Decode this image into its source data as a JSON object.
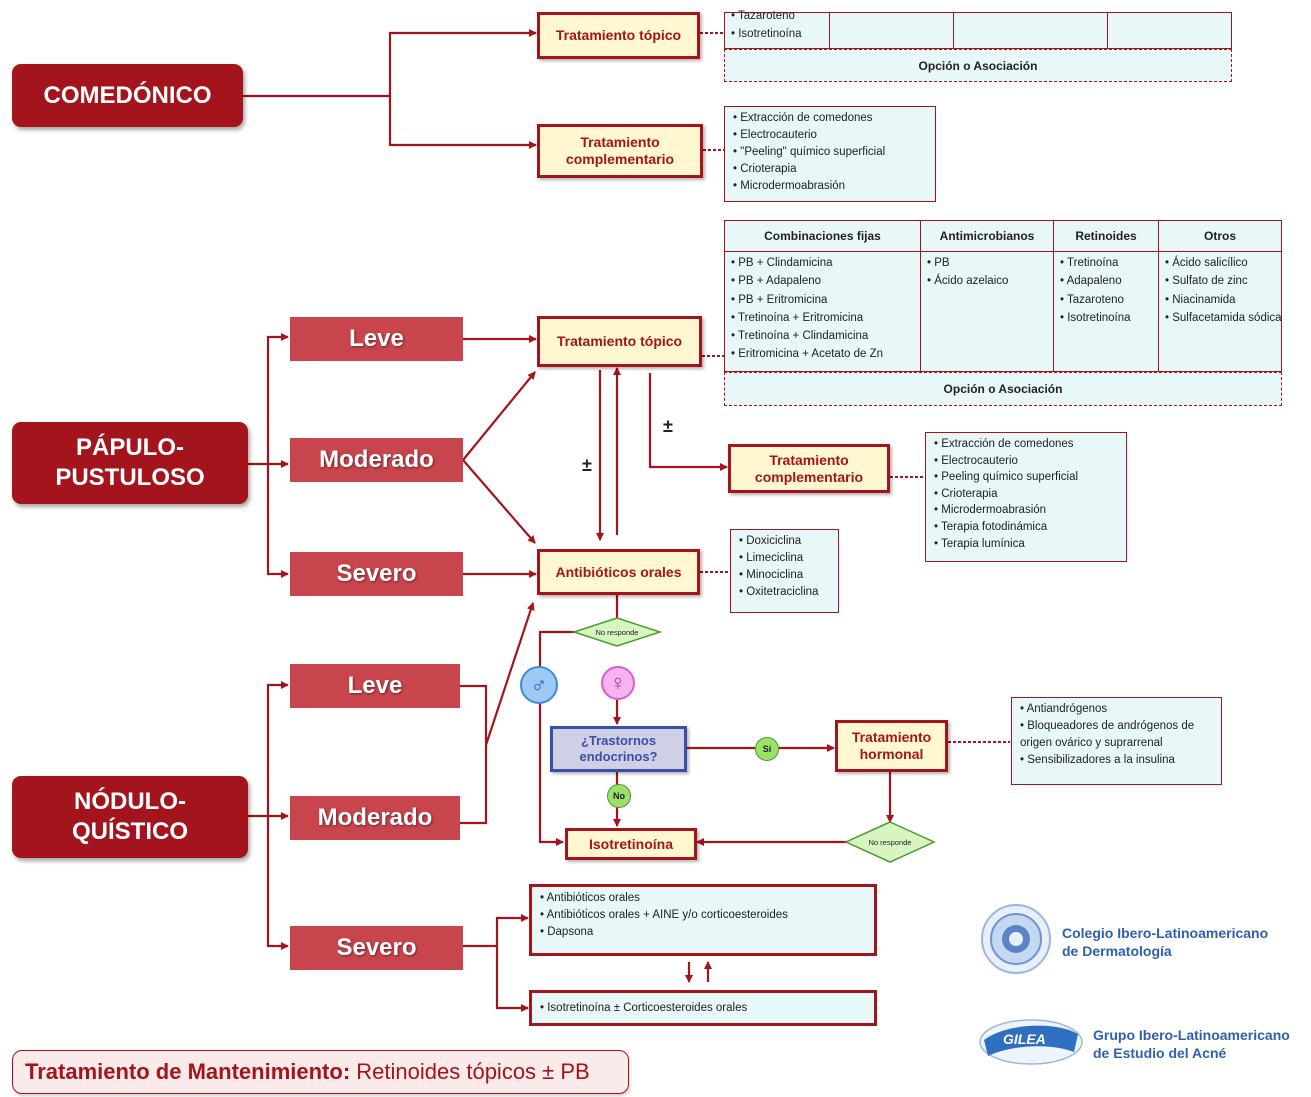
{
  "categories": {
    "comedonico": "COMEDÓNICO",
    "papulo": [
      "PÁPULO-",
      "PUSTULOSO"
    ],
    "nodulo": [
      "NÓDULO-",
      "QUÍSTICO"
    ]
  },
  "severity": {
    "leve": "Leve",
    "moderado": "Moderado",
    "severo": "Severo"
  },
  "treatments": {
    "topico": "Tratamiento tópico",
    "complementario": [
      "Tratamiento",
      "complementario"
    ],
    "antibioticos": "Antibióticos orales",
    "hormonal": [
      "Tratamiento",
      "hormonal"
    ],
    "isotretinoina": "Isotretinoína"
  },
  "question": [
    "¿Trastornos",
    "endocrinos?"
  ],
  "decisions": {
    "no_responde": "No responde",
    "si": "Sí",
    "no": "No"
  },
  "plus_minus": "±",
  "top_table_partial": {
    "items": [
      "Tazaroteno",
      "Isotretinoína"
    ],
    "option": "Opción o Asociación"
  },
  "comp_list_1": [
    "Extracción de comedones",
    "Electrocauterio",
    "\"Peeling\" químico superficial",
    "Crioterapia",
    "Microdermoabrasión"
  ],
  "drug_table": {
    "headers": [
      "Combinaciones fijas",
      "Antimicrobianos",
      "Retinoides",
      "Otros"
    ],
    "combinaciones": [
      "PB + Clindamicina",
      "PB + Adapaleno",
      "PB + Eritromicina",
      "Tretinoína + Eritromicina",
      "Tretinoína + Clindamicina",
      "Eritromicina + Acetato de Zn"
    ],
    "antimicrobianos": [
      "PB",
      "Ácido azelaico"
    ],
    "retinoides": [
      "Tretinoína",
      "Adapaleno",
      "Tazaroteno",
      "Isotretinoína"
    ],
    "otros": [
      "Ácido salicílico",
      "Sulfato de zinc",
      "Niacinamida",
      "Sulfacetamida sódica"
    ],
    "option": "Opción o Asociación"
  },
  "comp_list_2": [
    "Extracción de comedones",
    "Electrocauterio",
    "Peeling químico superficial",
    "Crioterapia",
    "Microdermoabrasión",
    "Terapia fotodinámica",
    "Terapia lumínica"
  ],
  "antibiotics_list": [
    "Doxiciclina",
    "Limeciclina",
    "Minociclina",
    "Oxitetraciclina"
  ],
  "hormonal_list": [
    "Antiandrógenos",
    "Bloqueadores de andrógenos de origen ovárico y suprarrenal",
    "Sensibilizadores a la insulina"
  ],
  "severe_nodular_box_1": [
    "Antibióticos orales",
    "Antibióticos orales + AINE y/o corticoesteroides",
    "Dapsona"
  ],
  "severe_nodular_box_2": [
    "Isotretinoína ± Corticoesteroides orales"
  ],
  "footer": {
    "label": "Tratamiento de Mantenimiento:",
    "text": "Retinoides tópicos ± PB"
  },
  "orgs": {
    "cilad": [
      "Colegio Ibero-Latinoamericano",
      "de Dermatología"
    ],
    "gilea_logo": "GILEA",
    "gilea": [
      "Grupo Ibero-Latinoamericano",
      "de Estudio del Acné"
    ]
  },
  "colors": {
    "primary": "#a3141c",
    "severity": "#c8454d",
    "box_fill": "#fff7cf",
    "info_fill": "#e8f7f7",
    "question": "#3a4fa8"
  }
}
